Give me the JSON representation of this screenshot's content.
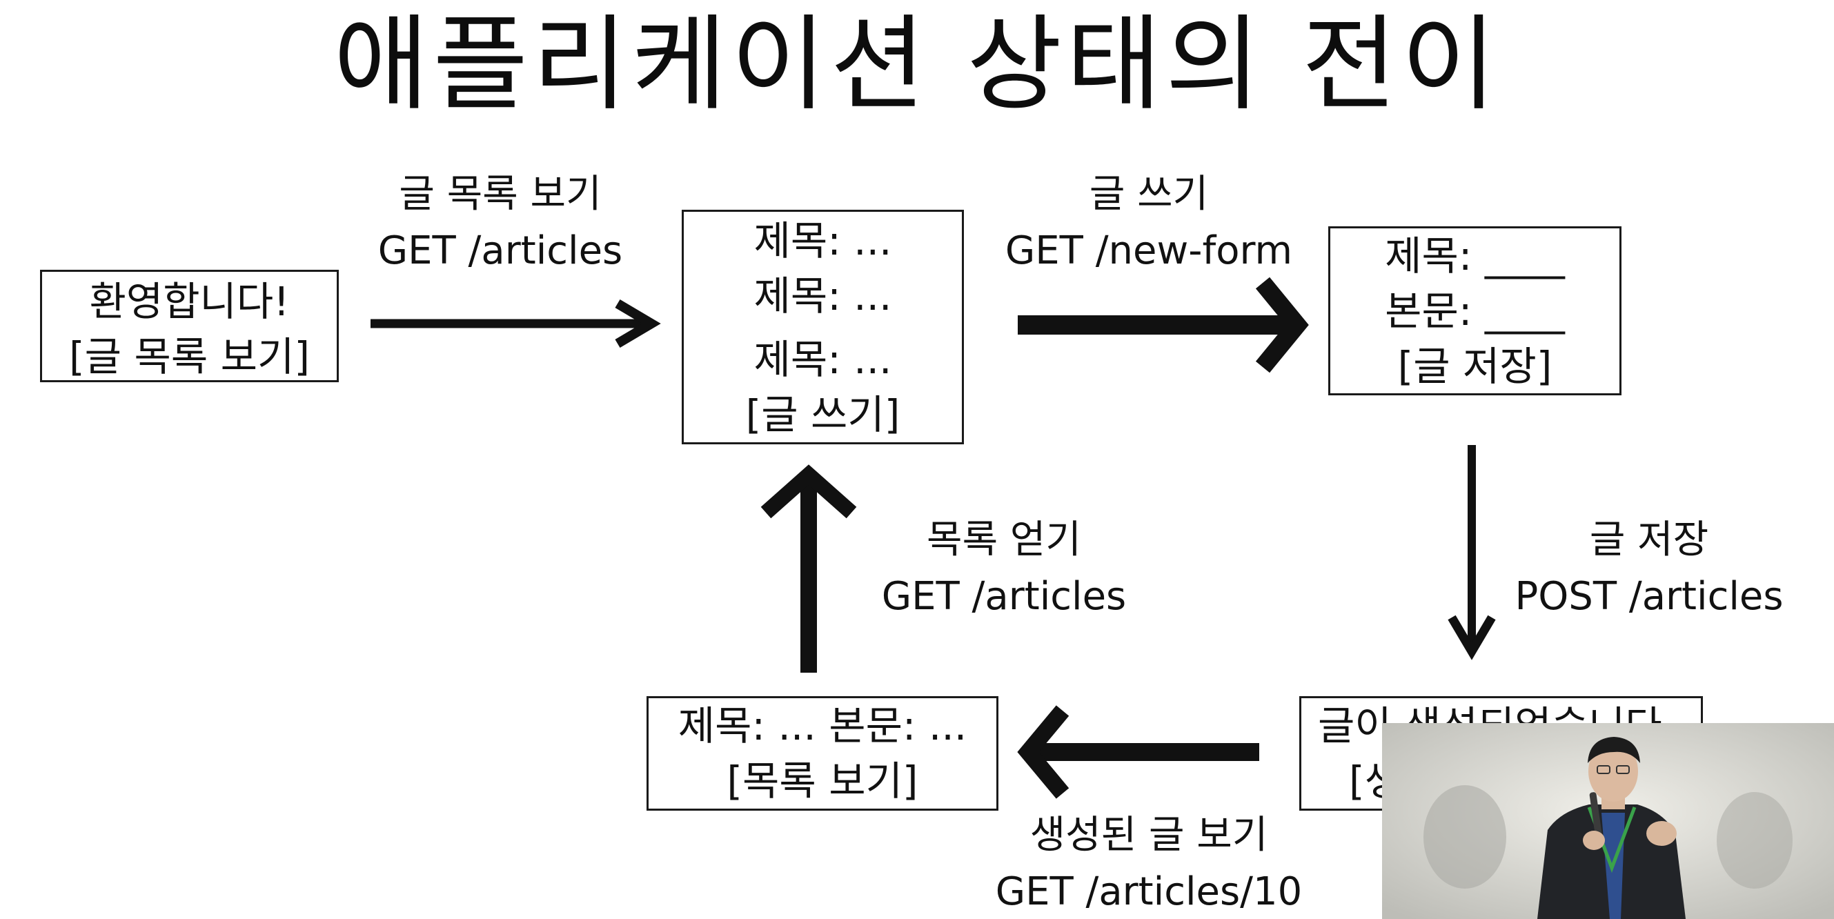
{
  "title": "애플리케이션 상태의 전이",
  "states": {
    "welcome": {
      "lines": [
        "환영합니다!",
        "[글 목록 보기]"
      ]
    },
    "list": {
      "lines": [
        "제목: ...",
        "제목: ...",
        "제목: ...",
        "[글 쓰기]"
      ]
    },
    "form": {
      "lines": [
        "제목: ____",
        "본문: ____",
        "[글 저장]"
      ]
    },
    "created": {
      "lines": [
        "글이 생성되었습니다",
        "[생"
      ]
    },
    "article": {
      "lines": [
        "제목: ... 본문: ...",
        "[목록 보기]"
      ]
    }
  },
  "transitions": {
    "view_list": {
      "action": "글 목록 보기",
      "request": "GET /articles"
    },
    "write": {
      "action": "글 쓰기",
      "request": "GET /new-form"
    },
    "save": {
      "action": "글 저장",
      "request": "POST /articles"
    },
    "view_created": {
      "action": "생성된 글 보기",
      "request": "GET /articles/10"
    },
    "get_list": {
      "action": "목록 얻기",
      "request": "GET /articles"
    }
  },
  "colors": {
    "background": "#ffffff",
    "ink": "#111111"
  },
  "icons": {
    "speaker_video": "speaker-video-overlay"
  }
}
